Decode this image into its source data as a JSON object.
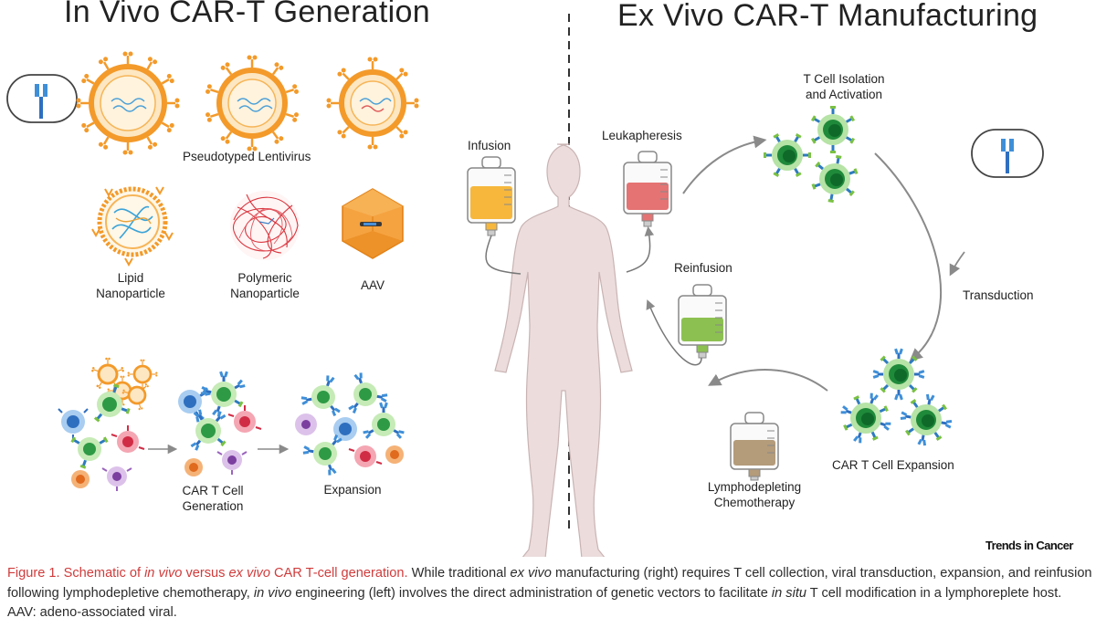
{
  "headings": {
    "in_vivo": "In Vivo CAR-T Generation",
    "ex_vivo": "Ex Vivo CAR-T Manufacturing"
  },
  "left": {
    "pseudotyped_lentivirus": "Pseudotyped Lentivirus",
    "lipid_nanoparticle": [
      "Lipid",
      "Nanoparticle"
    ],
    "polymeric_nanoparticle": [
      "Polymeric",
      "Nanoparticle"
    ],
    "aav": "AAV",
    "car_t_cell_generation": [
      "CAR T Cell",
      "Generation"
    ],
    "expansion": "Expansion"
  },
  "right": {
    "infusion": "Infusion",
    "leukapheresis": "Leukapheresis",
    "t_cell_isolation": [
      "T Cell Isolation",
      "and Activation"
    ],
    "transduction": "Transduction",
    "reinfusion": "Reinfusion",
    "car_t_cell_expansion": "CAR T Cell Expansion",
    "lymphodepleting": [
      "Lymphodepleting",
      "Chemotherapy"
    ]
  },
  "brand": "Trends in Cancer",
  "caption": {
    "lead_a": "Figure 1. Schematic of ",
    "lead_b": "in vivo",
    "lead_c": " versus ",
    "lead_d": "ex vivo",
    "lead_e": " CAR T-cell generation.",
    "b1": " While traditional ",
    "b2": "ex vivo",
    "b3": " manufacturing (right) requires T cell collection, viral transduction, expansion, and reinfusion following lymphodepletive chemotherapy, ",
    "b4": "in vivo",
    "b5": " engineering (left) involves the direct administration of genetic vectors to facilitate ",
    "b6": "in situ",
    "b7": " T cell modification in a lymphoreplete host. AAV: adeno-associated viral."
  },
  "colors": {
    "virus_orange": "#f39a2a",
    "bag_yellow": "#f6b73c",
    "bag_red": "#e57373",
    "bag_green": "#8cc152",
    "bag_tan": "#b49b7a",
    "cell_green": "#5cb85c",
    "cell_blue": "#5b9bd5",
    "cell_red": "#e84a5f",
    "cell_purple": "#b07cc6",
    "caption_red": "#d03b3b"
  }
}
